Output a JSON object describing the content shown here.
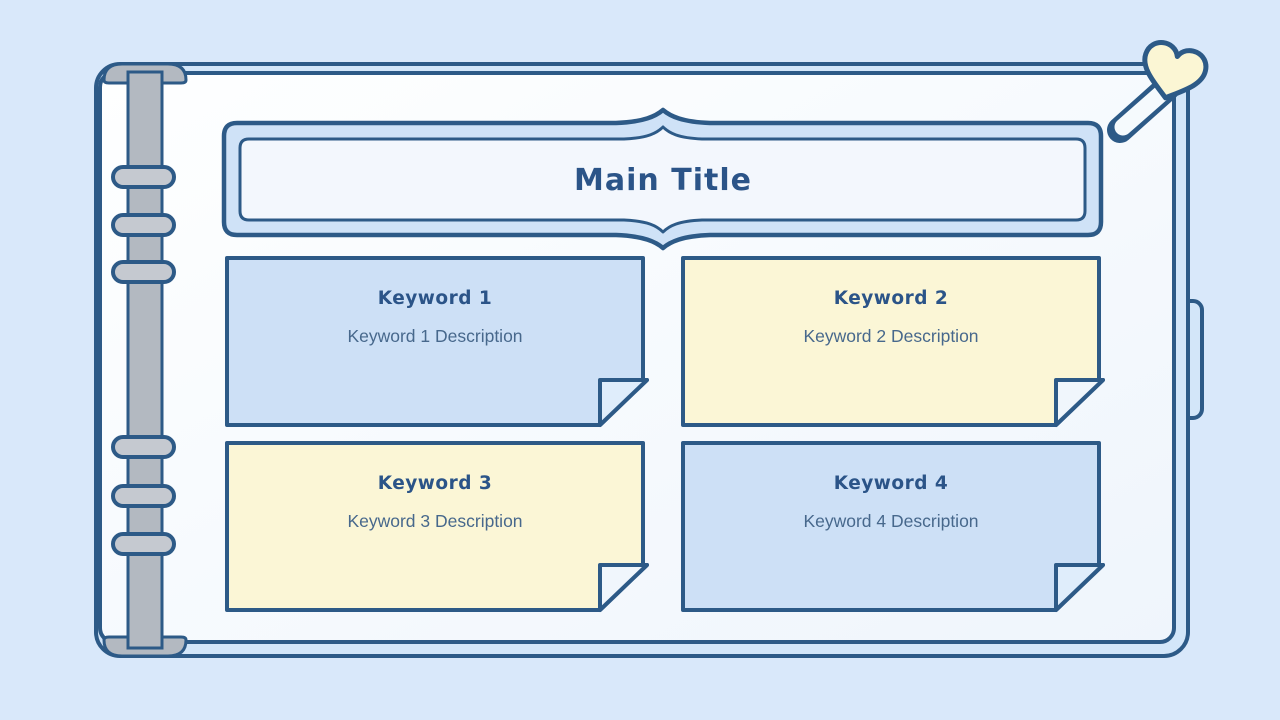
{
  "title": {
    "text": "Main Title"
  },
  "cards": [
    {
      "label": "Keyword 1",
      "description": "Keyword 1 Description",
      "fill": "#cde0f6",
      "flap": "#dfedfb"
    },
    {
      "label": "Keyword 2",
      "description": "Keyword 2 Description",
      "fill": "#fbf6d6",
      "flap": "#f0f6fc"
    },
    {
      "label": "Keyword 3",
      "description": "Keyword 3 Description",
      "fill": "#fbf6d6",
      "flap": "#f0f6fc"
    },
    {
      "label": "Keyword 4",
      "description": "Keyword 4 Description",
      "fill": "#cde0f6",
      "flap": "#dfedfb"
    }
  ],
  "colors": {
    "background": "#d9e8fa",
    "outline": "#2d5a87",
    "cover": "#d3e6f9",
    "page_light": "#feffff",
    "page_shade": "#eff5fc",
    "frame_band": "#cfe2f7",
    "frame_inner": "#f3f7fd",
    "spine_gray": "#b3b9c1",
    "ring_gray": "#c5c9d0",
    "heart_yellow": "#fbf6d4",
    "pin_stem": "#f5fafd",
    "title_navy": "#2b5488",
    "description_blue_gray": "#47688c"
  },
  "icons": {
    "top_right_decoration": "heart-pin-icon",
    "left_decoration": "binder-rings-icon",
    "right_decoration": "bookmark-tab-icon"
  },
  "decorations": {
    "binder_ring_count": 6
  }
}
